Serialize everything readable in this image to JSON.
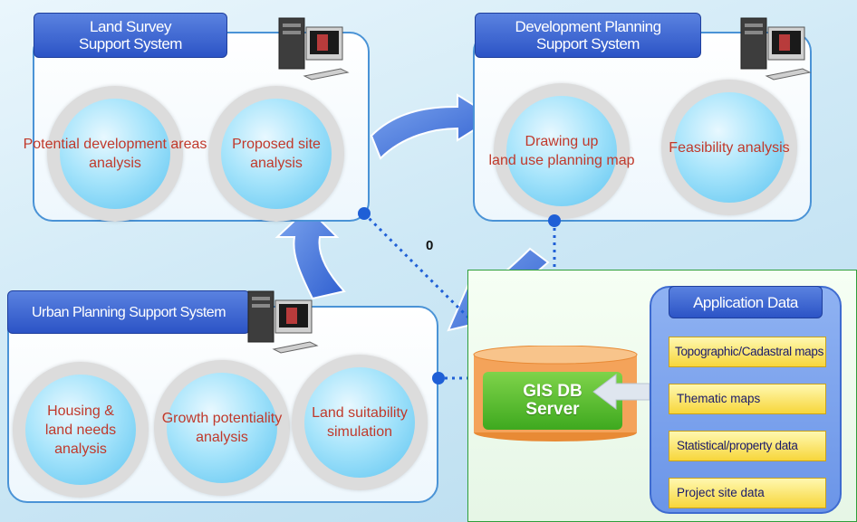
{
  "land_survey": {
    "title": "Land Survey\nSupport System",
    "items": [
      "Potential development areas analysis",
      "Proposed site analysis"
    ]
  },
  "development": {
    "title": "Development Planning\nSupport System",
    "items": [
      "Drawing up\nland use planning map",
      "Feasibility analysis"
    ]
  },
  "urban": {
    "title": "Urban Planning Support System",
    "items": [
      "Housing &\nland needs\nanalysis",
      "Growth potentiality\nanalysis",
      "Land suitability\nsimulation"
    ]
  },
  "gis_server": {
    "label": "GIS DB\nServer"
  },
  "application_data": {
    "title": "Application Data",
    "items": [
      "Topographic/Cadastral maps",
      "Thematic maps",
      "Statistical/property data",
      "Project site data"
    ]
  },
  "center_marker": "0",
  "colors": {
    "title_bar": "#2c54c6",
    "panel_border": "#4a93d6",
    "circle_text": "#c0392b",
    "db_green": "#3ea91f",
    "db_orange": "#f4a35a",
    "app_item": "#f7d63b",
    "dot": "#1f5fd6"
  },
  "icons": [
    "computer-icon",
    "arrow-right-icon",
    "arrow-down-left-icon",
    "arrow-up-icon",
    "arrow-left-icon"
  ]
}
